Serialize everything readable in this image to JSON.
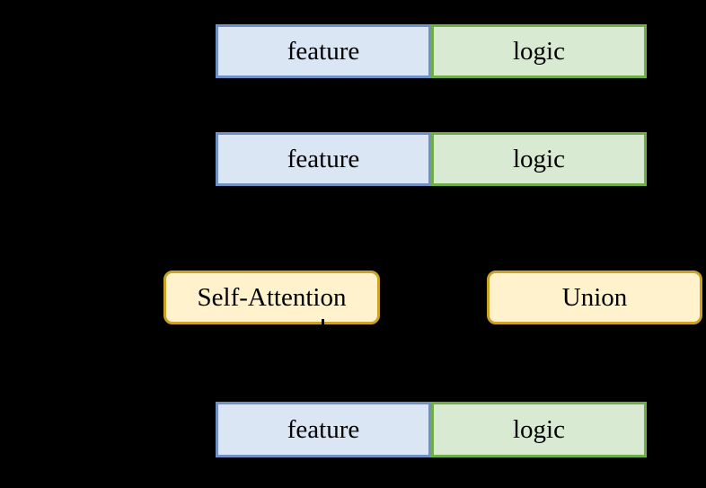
{
  "diagram": {
    "background_color": "#000000",
    "text_color": "#000000",
    "bars": {
      "top": {
        "feature": "feature",
        "logic": "logic"
      },
      "middle": {
        "feature": "feature",
        "logic": "logic"
      },
      "bottom": {
        "feature": "feature",
        "logic": "logic"
      }
    },
    "operators": {
      "self_attention": "Self-Attention",
      "union": "Union"
    },
    "colors": {
      "feature_fill": "#dbe6f5",
      "feature_border": "#7291c3",
      "logic_fill": "#d9ead3",
      "logic_border": "#70ad47",
      "operator_fill": "#fff2cc",
      "operator_border": "#c9a227",
      "connector": "#000000"
    }
  }
}
